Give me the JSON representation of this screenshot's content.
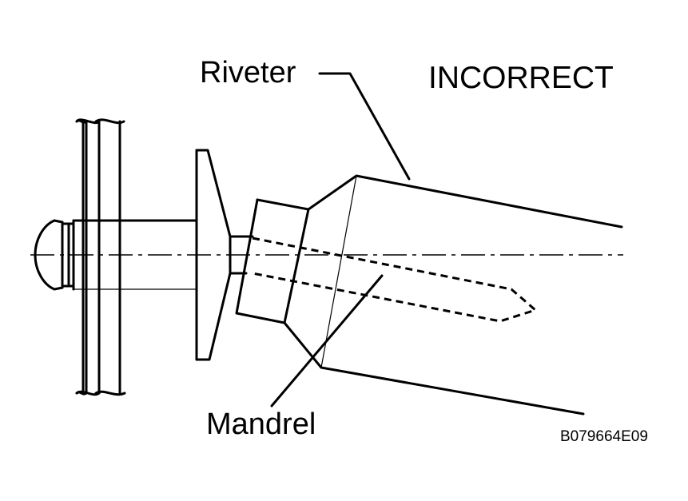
{
  "figure": {
    "riveter_label": "Riveter",
    "status_label": "INCORRECT",
    "mandrel_label": "Mandrel",
    "figure_code": "B079664E09"
  }
}
